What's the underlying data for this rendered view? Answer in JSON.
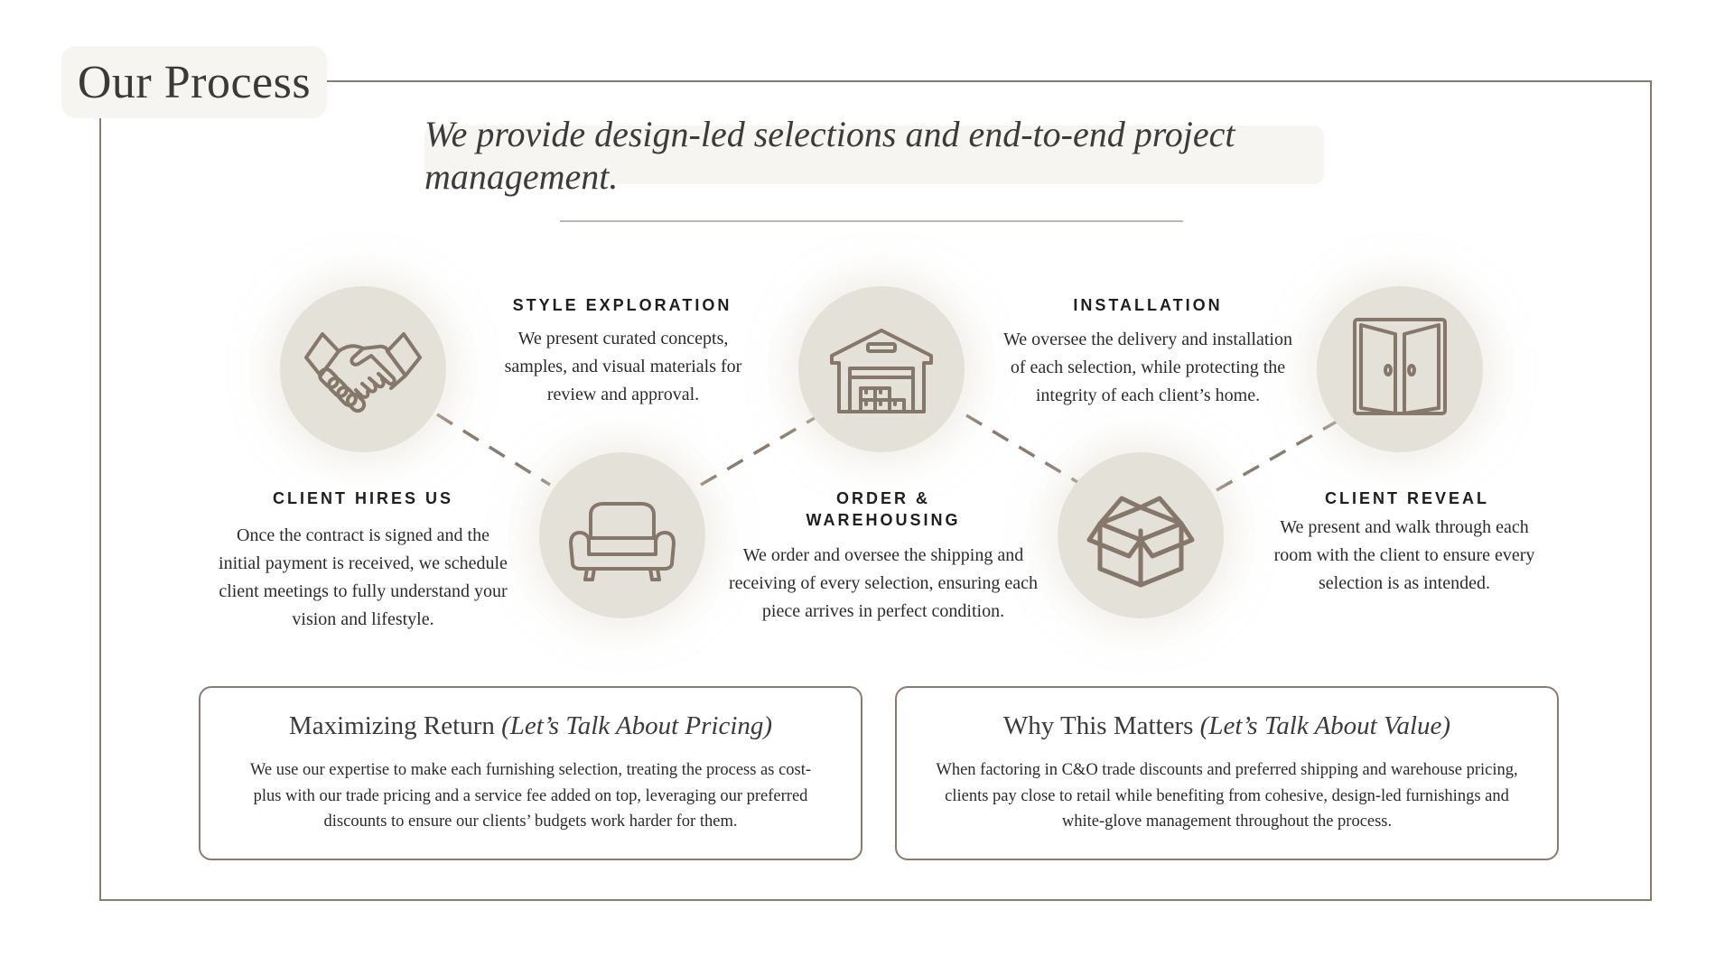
{
  "header": {
    "title": "Our Process",
    "tagline": "We provide design-led selections and end-to-end project management."
  },
  "colors": {
    "accent": "#8a7b6e",
    "circle": "#e4e1d8",
    "panel": "#f6f5f1"
  },
  "steps": [
    {
      "title": "CLIENT HIRES US",
      "text": "Once the contract is signed and the initial payment is received, we schedule client meetings to fully understand your vision and lifestyle.",
      "icon": "handshake-icon"
    },
    {
      "title": "STYLE EXPLORATION",
      "text": "We present curated concepts, samples, and visual materials for review and approval.",
      "icon": "sofa-icon"
    },
    {
      "title": "ORDER & WAREHOUSING",
      "text": "We order and oversee the shipping and receiving of every selection, ensuring each piece arrives in perfect condition.",
      "icon": "warehouse-icon"
    },
    {
      "title": "INSTALLATION",
      "text": "We oversee the delivery and installation of each selection, while protecting the integrity of each client’s home.",
      "icon": "box-icon"
    },
    {
      "title": "CLIENT REVEAL",
      "text": "We present and walk through each room with the client to ensure every selection is as intended.",
      "icon": "door-icon"
    }
  ],
  "cards": [
    {
      "title": "Maximizing Return",
      "subtitle": "(Let’s Talk About Pricing)",
      "text": "We use our expertise to make each furnishing selection, treating the process as cost-plus with our trade pricing and a service fee added on top, leveraging our preferred discounts to ensure our clients’ budgets work harder for them."
    },
    {
      "title": "Why This Matters",
      "subtitle": "(Let’s Talk About Value)",
      "text": "When factoring in C&O trade discounts and preferred shipping and warehouse pricing, clients pay close to retail while benefiting from cohesive, design-led furnishings and white-glove management throughout the process."
    }
  ]
}
